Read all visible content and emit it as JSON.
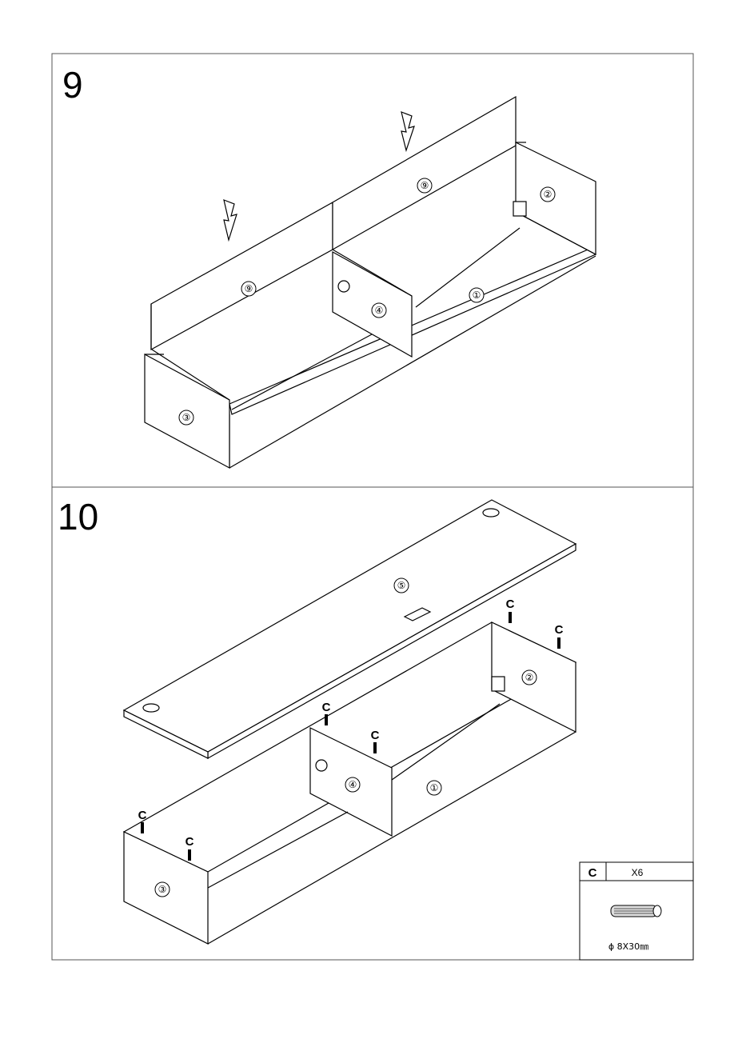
{
  "steps": [
    {
      "number": "9",
      "part_labels": {
        "top_left_panel": "⑨",
        "top_right_panel": "⑨",
        "right_side": "②",
        "divider": "④",
        "bottom": "①",
        "left_side": "③"
      }
    },
    {
      "number": "10",
      "part_labels": {
        "top": "⑤",
        "right_side": "②",
        "divider": "④",
        "bottom": "①",
        "left_side": "③"
      },
      "fastener_label": "C"
    }
  ],
  "parts_box": {
    "code": "C",
    "quantity": "X6",
    "spec": "ϕ 8X30㎜",
    "icon": "wood-dowel-icon"
  }
}
